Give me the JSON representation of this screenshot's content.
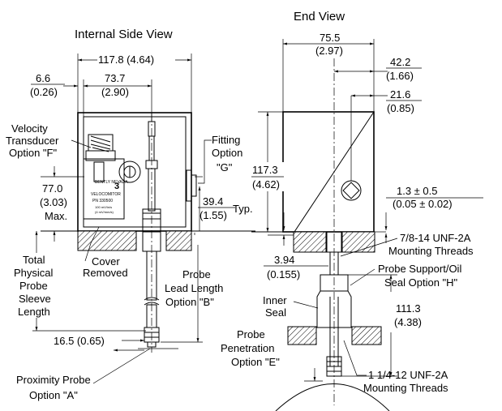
{
  "titles": {
    "internal_side_view": "Internal Side View",
    "end_view": "End View"
  },
  "dimensions": {
    "width_117_8": "117.8 (4.64)",
    "offset_mm": "6.6",
    "offset_in": "(0.26)",
    "width_73_7_mm": "73.7",
    "width_73_7_in": "(2.90)",
    "width_75_5_mm": "75.5",
    "width_75_5_in": "(2.97)",
    "dim_42_2_mm": "42.2",
    "dim_42_2_in": "(1.66)",
    "dim_21_6_mm": "21.6",
    "dim_21_6_in": "(0.85)",
    "height_77_0_mm": "77.0",
    "height_77_0_in": "(3.03)",
    "height_max": "Max.",
    "height_117_3_mm": "117.3",
    "height_117_3_in": "(4.62)",
    "dim_39_4_mm": "39.4",
    "dim_39_4_in": "(1.55)",
    "dim_39_4_typ": "Typ.",
    "dim_1_3_mm": "1.3 ± 0.5",
    "dim_1_3_in": "(0.05 ± 0.02)",
    "dim_3_94_mm": "3.94",
    "dim_3_94_in": "(0.155)",
    "dim_111_3_mm": "111.3",
    "dim_111_3_in": "(4.38)",
    "dim_16_5": "16.5 (0.65)"
  },
  "labels": {
    "velocity_transducer": [
      "Velocity",
      "Transducer",
      "Option \"F\""
    ],
    "fitting_option": [
      "Fitting",
      "Option",
      "\"G\""
    ],
    "total_probe_sleeve": [
      "Total",
      "Physical",
      "Probe",
      "Sleeve",
      "Length"
    ],
    "cover_removed": [
      "Cover",
      "Removed"
    ],
    "probe_lead_length": [
      "Probe",
      "Lead Length",
      "Option \"B\""
    ],
    "proximity_probe": [
      "Proximity Probe",
      "Option \"A\""
    ],
    "thread_7_8": [
      "7/8-14 UNF-2A",
      "Mounting Threads"
    ],
    "probe_support": [
      "Probe Support/Oil",
      "Seal Option \"H\""
    ],
    "inner_seal": [
      "Inner",
      "Seal"
    ],
    "probe_penetration": [
      "Probe",
      "Penetration",
      "Option \"E\""
    ],
    "thread_1_1_4": [
      "1 1/4-12 UNF-2A",
      "Mounting Threads"
    ]
  },
  "transducer_label": {
    "brand": "BENTLY NEVADA",
    "number": "3",
    "product": "VELOCOMITOR",
    "pn": "PN 330500",
    "spec1": "100 mV/in/s",
    "spec2": "(4 mV/mm/s)"
  }
}
